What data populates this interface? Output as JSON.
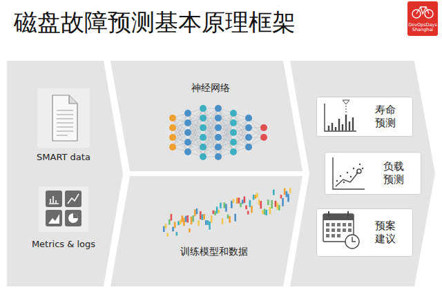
{
  "diagram": {
    "title": "磁盘故障预测基本原理框架",
    "nodes": [
      {
        "text": [
          "SMART data",
          "Metrics & logs"
        ]
      },
      {
        "text": [
          "神经网络"
        ]
      },
      {
        "text": [
          "训练模型和数据"
        ]
      },
      {
        "text": [
          "寿命 预测"
        ]
      },
      {
        "text": [
          "负载 预测"
        ]
      },
      {
        "text": [
          "预案 建议"
        ]
      }
    ],
    "labels": [
      "DevOpsDays Shanghai"
    ]
  }
}
